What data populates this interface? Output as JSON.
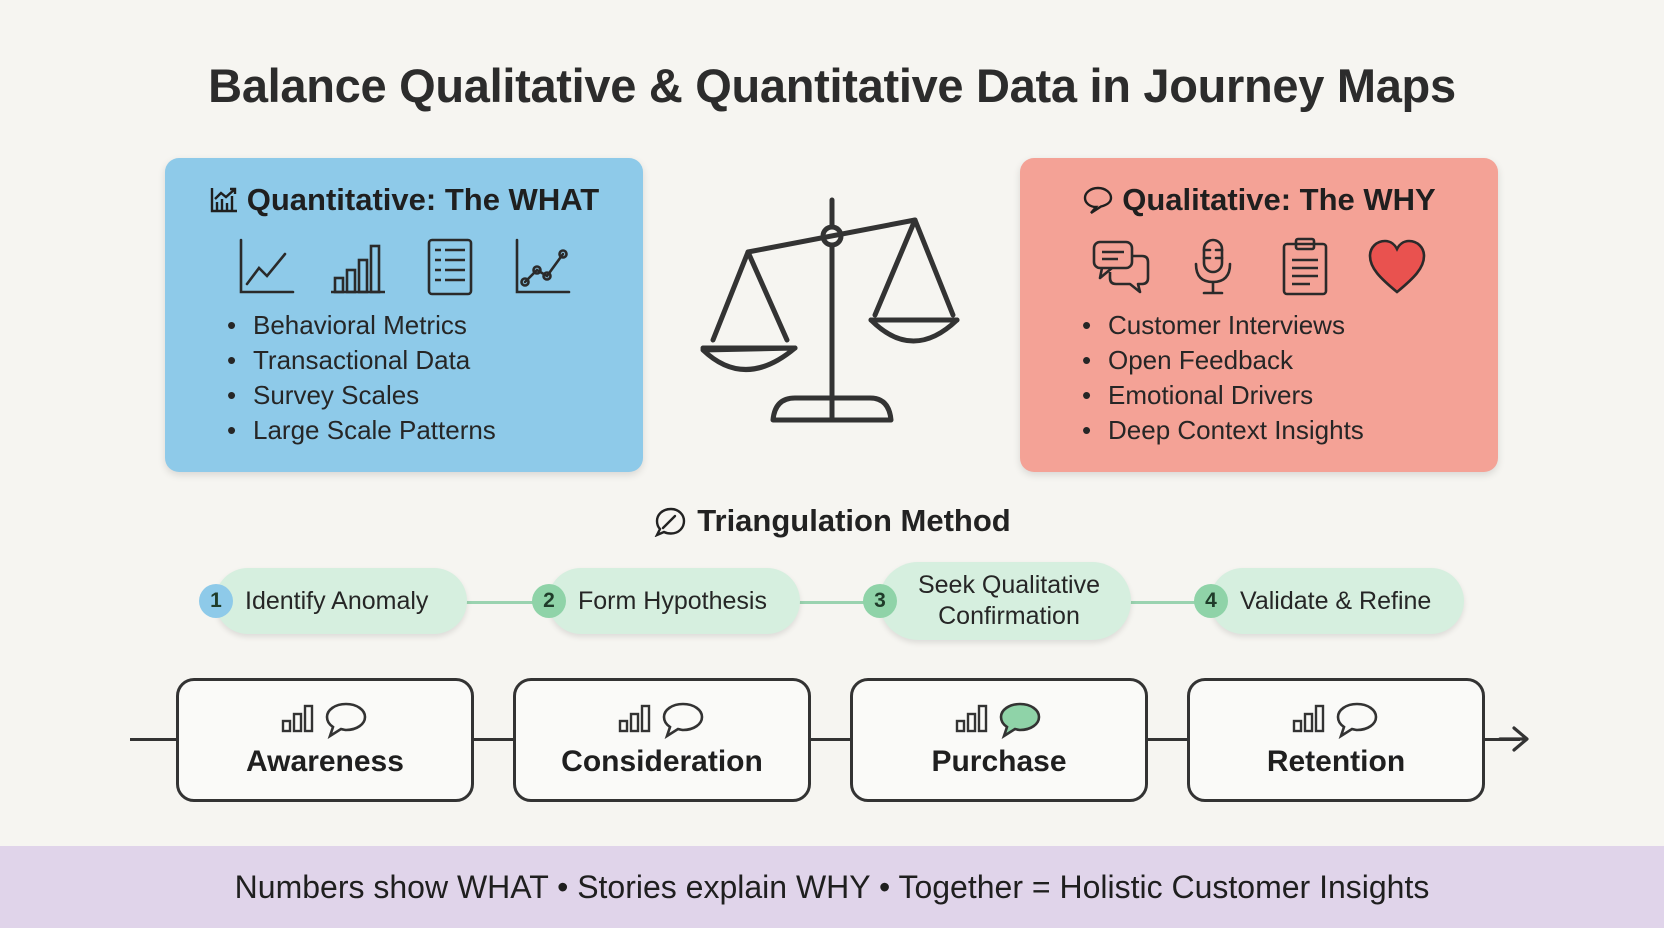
{
  "title": "Balance Qualitative & Quantitative Data in Journey Maps",
  "quantitative": {
    "heading": "Quantitative: The WHAT",
    "icons": [
      "line-chart-icon",
      "bar-chart-icon",
      "document-list-icon",
      "scatter-trend-icon"
    ],
    "items": [
      "Behavioral Metrics",
      "Transactional Data",
      "Survey Scales",
      "Large Scale Patterns"
    ],
    "color": "#8ecae9"
  },
  "qualitative": {
    "heading": "Qualitative: The WHY",
    "icons": [
      "speech-bubbles-icon",
      "microphone-icon",
      "clipboard-icon",
      "heart-icon"
    ],
    "items": [
      "Customer Interviews",
      "Open Feedback",
      "Emotional Drivers",
      "Deep Context Insights"
    ],
    "color": "#f4a296"
  },
  "center_icon": "balance-scale-icon",
  "triangulation": {
    "heading": "Triangulation Method",
    "steps": [
      {
        "num": "1",
        "label": "Identify Anomaly",
        "color": "#8ecae9"
      },
      {
        "num": "2",
        "label": "Form Hypothesis",
        "color": "#8fd3a8"
      },
      {
        "num": "3",
        "label": "Seek Qualitative Confirmation",
        "color": "#8fd3a8"
      },
      {
        "num": "4",
        "label": "Validate & Refine",
        "color": "#8fd3a8"
      }
    ]
  },
  "stages": [
    {
      "name": "Awareness",
      "bubble_filled": false
    },
    {
      "name": "Consideration",
      "bubble_filled": false
    },
    {
      "name": "Purchase",
      "bubble_filled": true
    },
    {
      "name": "Retention",
      "bubble_filled": false
    }
  ],
  "footer": "Numbers show WHAT • Stories explain WHY • Together = Holistic Customer Insights"
}
